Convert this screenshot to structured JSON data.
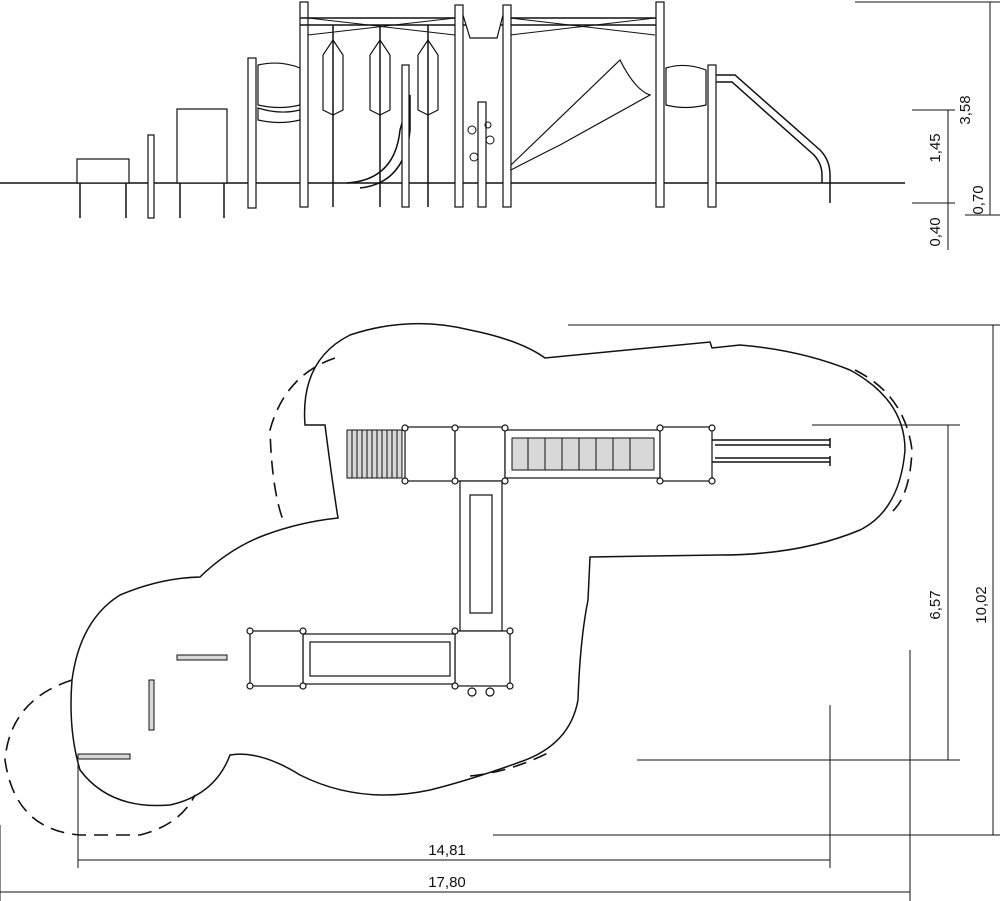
{
  "elevation": {
    "dimensions": {
      "total_height": "3,58",
      "platform_height": "1,45",
      "above_ground": "0,70",
      "foundation_depth": "0,40"
    }
  },
  "plan": {
    "dimensions": {
      "equipment_depth": "6,57",
      "safety_zone_depth": "10,02",
      "equipment_length": "14,81",
      "safety_zone_length": "17,80"
    }
  }
}
